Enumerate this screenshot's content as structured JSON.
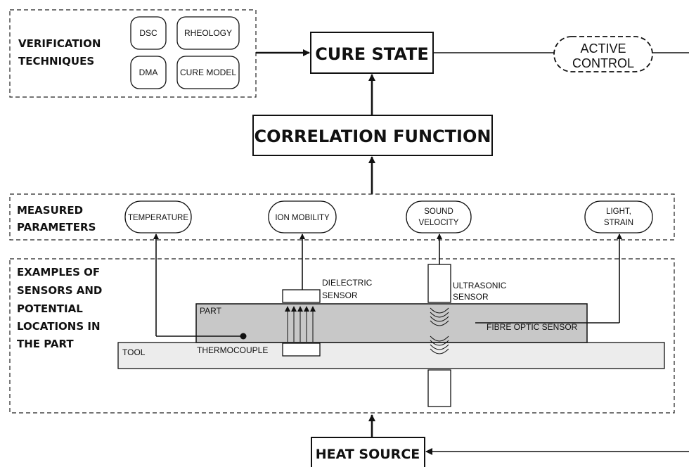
{
  "verification": {
    "heading_line1": "VERIFICATION",
    "heading_line2": "TECHNIQUES",
    "techniques": [
      "DSC",
      "RHEOLOGY",
      "DMA",
      "CURE MODEL"
    ]
  },
  "cure_state": "CURE STATE",
  "active_control": {
    "line1": "ACTIVE",
    "line2": "CONTROL"
  },
  "correlation_function": "CORRELATION FUNCTION",
  "measured": {
    "heading_line1": "MEASURED",
    "heading_line2": "PARAMETERS",
    "temperature": "TEMPERATURE",
    "ion_mobility": "ION MOBILITY",
    "sound_velocity_line1": "SOUND",
    "sound_velocity_line2": "VELOCITY",
    "light_strain_line1": "LIGHT,",
    "light_strain_line2": "STRAIN"
  },
  "sensors": {
    "heading_lines": [
      "EXAMPLES OF",
      "SENSORS AND",
      "POTENTIAL",
      "LOCATIONS IN",
      "THE PART"
    ],
    "dielectric_line1": "DIELECTRIC",
    "dielectric_line2": "SENSOR",
    "ultrasonic_line1": "ULTRASONIC",
    "ultrasonic_line2": "SENSOR",
    "part": "PART",
    "tool": "TOOL",
    "thermocouple": "THERMOCOUPLE",
    "fibre_optic": "FIBRE OPTIC SENSOR"
  },
  "heat_source": "HEAT SOURCE",
  "colors": {
    "part_fill": "#c8c8c8",
    "tool_fill": "#ececec",
    "stroke": "#111111"
  }
}
